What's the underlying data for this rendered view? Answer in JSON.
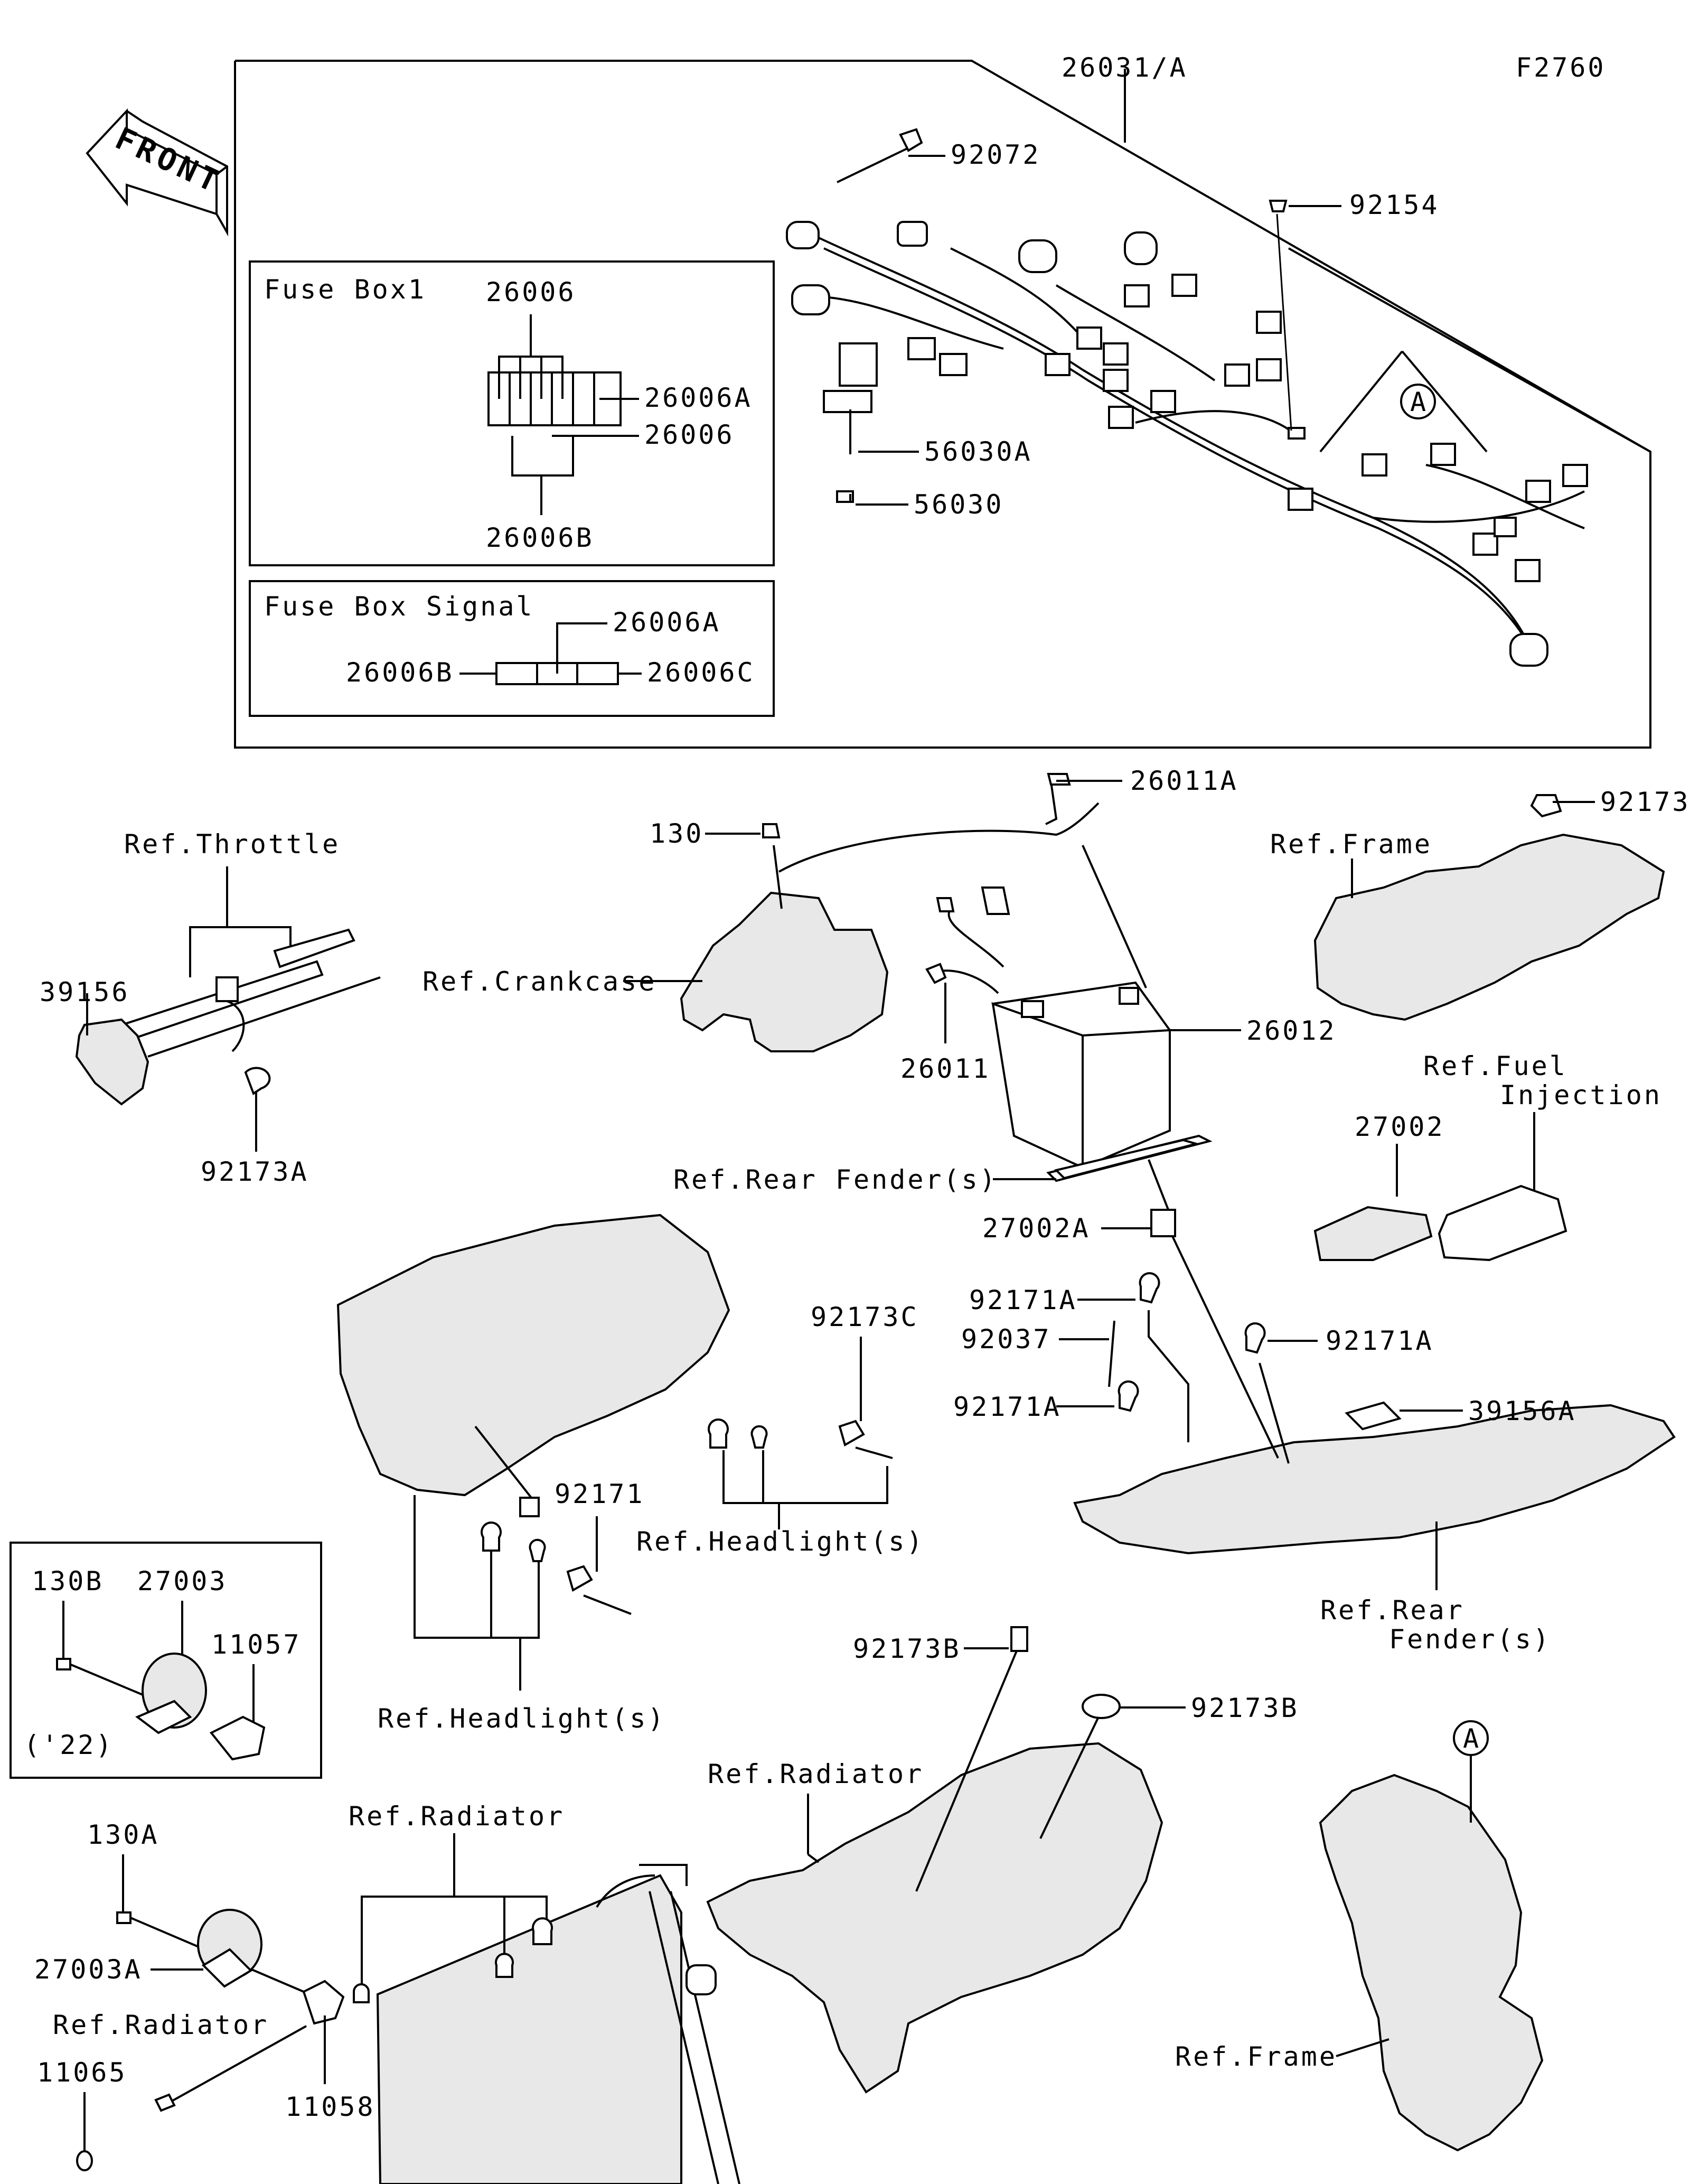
{
  "figure_code": "F2760",
  "front_label": "FRONT",
  "boxes": {
    "fuse_box1": {
      "title": "Fuse Box1",
      "labels": [
        "26006",
        "26006A",
        "26006",
        "26006B"
      ]
    },
    "fuse_box_signal": {
      "title": "Fuse Box Signal",
      "labels": [
        "26006A",
        "26006B",
        "26006C"
      ]
    },
    "year_variant": {
      "note": "('22)",
      "labels": [
        "130B",
        "27003",
        "11057"
      ]
    }
  },
  "callouts": {
    "harness_main": "26031/A",
    "tie_band": "92072",
    "bolt_harness": "92154",
    "ref_a": "A",
    "bracket_a": "56030A",
    "bracket": "56030",
    "cable_pos": "26011A",
    "bolt_130": "130",
    "clamp_92173": "92173",
    "ref_frame_top": "Ref.Frame",
    "ref_throttle": "Ref.Throttle",
    "cover_39156": "39156",
    "clamp_92173a": "92173A",
    "ref_crankcase": "Ref.Crankcase",
    "cable_neg": "26011",
    "battery": "26012",
    "ref_fuel_1": "Ref.Fuel",
    "ref_fuel_2": "Injection",
    "relay_27002": "27002",
    "ref_rear_fender": "Ref.Rear Fender(s)",
    "relay_27002a": "27002A",
    "clamp_92171a_1": "92171A",
    "bolt_92037": "92037",
    "clamp_92171a_2": "92171A",
    "clamp_92171a_3": "92171A",
    "cover_39156a": "39156A",
    "clamp_92173c": "92173C",
    "clamp_92171": "92171",
    "ref_headlight_1": "Ref.Headlight(s)",
    "ref_rear_fender_2a": "Ref.Rear",
    "ref_rear_fender_2b": "Fender(s)",
    "ref_headlight_2": "Ref.Headlight(s)",
    "clamp_92173b_1": "92173B",
    "clamp_92173b_2": "92173B",
    "ref_radiator_1": "Ref.Radiator",
    "ref_radiator_2": "Ref.Radiator",
    "ref_a_2": "A",
    "bolt_130a": "130A",
    "horn_27003a": "27003A",
    "ref_radiator_3": "Ref.Radiator",
    "bolt_11065": "11065",
    "bracket_11058": "11058",
    "ref_frame_bottom": "Ref.Frame"
  }
}
